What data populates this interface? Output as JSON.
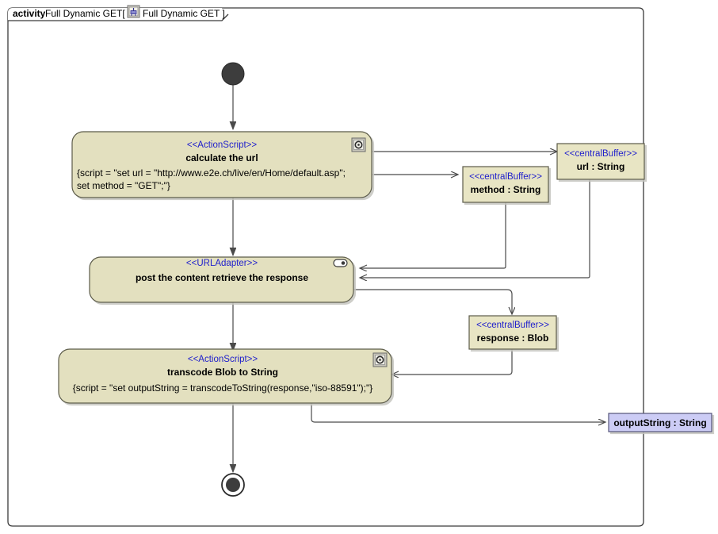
{
  "frame": {
    "keyword": "activity",
    "name": "Full Dynamic GET[",
    "icon": "activity-diagram-icon",
    "inner_name": "Full Dynamic GET ]",
    "border_color": "#3a3a3a",
    "background": "#ffffff"
  },
  "palette": {
    "node_fill": "#e3e0bf",
    "node_border": "#5c5b4a",
    "stereotype_color": "#2020cc",
    "buffer_fill": "#e8e5c4",
    "pin_fill": "#ccccf5",
    "pin_border": "#55557a",
    "line_color": "#4a4a4a",
    "initial_node_fill": "#3d3d3d",
    "final_node_fill": "#3d3d3d"
  },
  "nodes": {
    "initial": {
      "name": "initial-node",
      "label": ""
    },
    "calculate_url": {
      "stereotype": "<<ActionScript>>",
      "title": "calculate the url",
      "script_line1": "{script = \"set url = \"http://www.e2e.ch/live/en/Home/default.asp\";",
      "script_line2": "set method = \"GET\";\"}",
      "icon": "actionscript-icon"
    },
    "url_adapter": {
      "stereotype": "<<URLAdapter>>",
      "title": "post the content retrieve the response",
      "icon": "urladapter-icon"
    },
    "transcode": {
      "stereotype": "<<ActionScript>>",
      "title": "transcode Blob to String",
      "script_line1": "{script = \"set outputString = transcodeToString(response,\"iso-88591\");\"}",
      "icon": "actionscript-icon"
    },
    "final": {
      "name": "final-node",
      "label": ""
    }
  },
  "buffers": {
    "url": {
      "stereotype": "<<centralBuffer>>",
      "label": "url : String"
    },
    "method": {
      "stereotype": "<<centralBuffer>>",
      "label": "method : String"
    },
    "response": {
      "stereotype": "<<centralBuffer>>",
      "label": "response : Blob"
    }
  },
  "pins": {
    "output_string": {
      "label": "outputString : String"
    }
  }
}
